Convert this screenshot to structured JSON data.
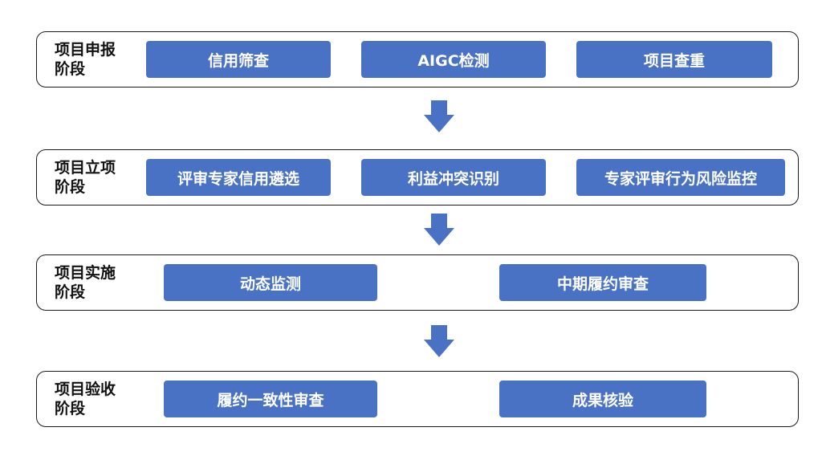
{
  "colors": {
    "step_fill": "#4a72c4",
    "step_text": "#ffffff",
    "stage_border": "#1a1a1a",
    "arrow_fill": "#4a72c4"
  },
  "stages": [
    {
      "label": "项目申报阶段",
      "steps": [
        "信用筛查",
        "AIGC检测",
        "项目查重"
      ]
    },
    {
      "label": "项目立项阶段",
      "steps": [
        "评审专家信用遴选",
        "利益冲突识别",
        "专家评审行为风险监控"
      ]
    },
    {
      "label": "项目实施阶段",
      "steps": [
        "动态监测",
        "中期履约审查"
      ]
    },
    {
      "label": "项目验收阶段",
      "steps": [
        "履约一致性审查",
        "成果核验"
      ]
    }
  ],
  "connector_icon": "down-arrow-icon"
}
